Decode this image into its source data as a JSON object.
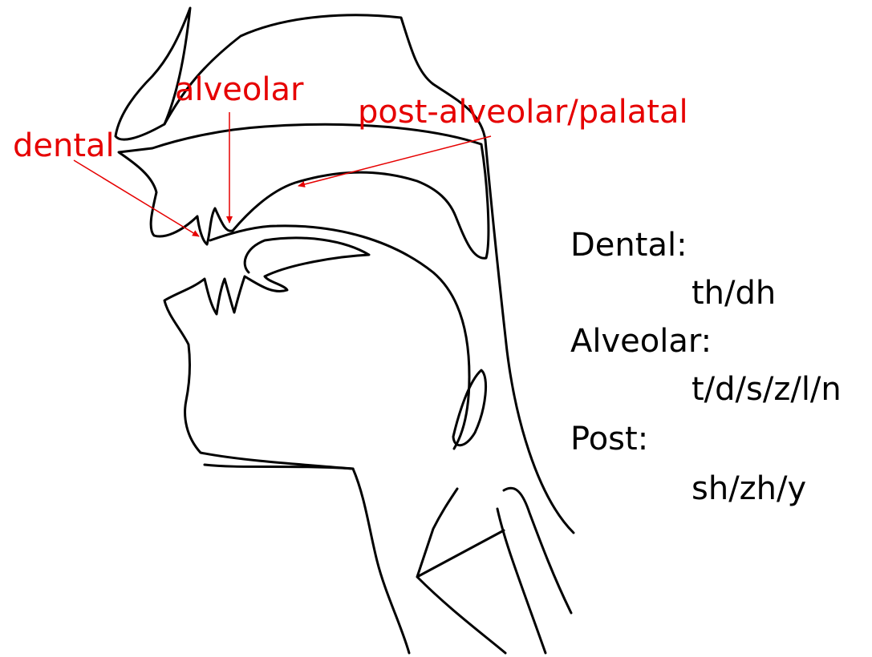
{
  "colors": {
    "label": "#e60000",
    "outline": "#000000",
    "background": "#ffffff"
  },
  "labels": {
    "dental": "dental",
    "alveolar": "alveolar",
    "post_alveolar": "post-alveolar/palatal"
  },
  "legend": [
    {
      "heading": "Dental:",
      "sounds": "th/dh"
    },
    {
      "heading": "Alveolar:",
      "sounds": "t/d/s/z/l/n"
    },
    {
      "heading": "Post:",
      "sounds": "sh/zh/y"
    }
  ]
}
